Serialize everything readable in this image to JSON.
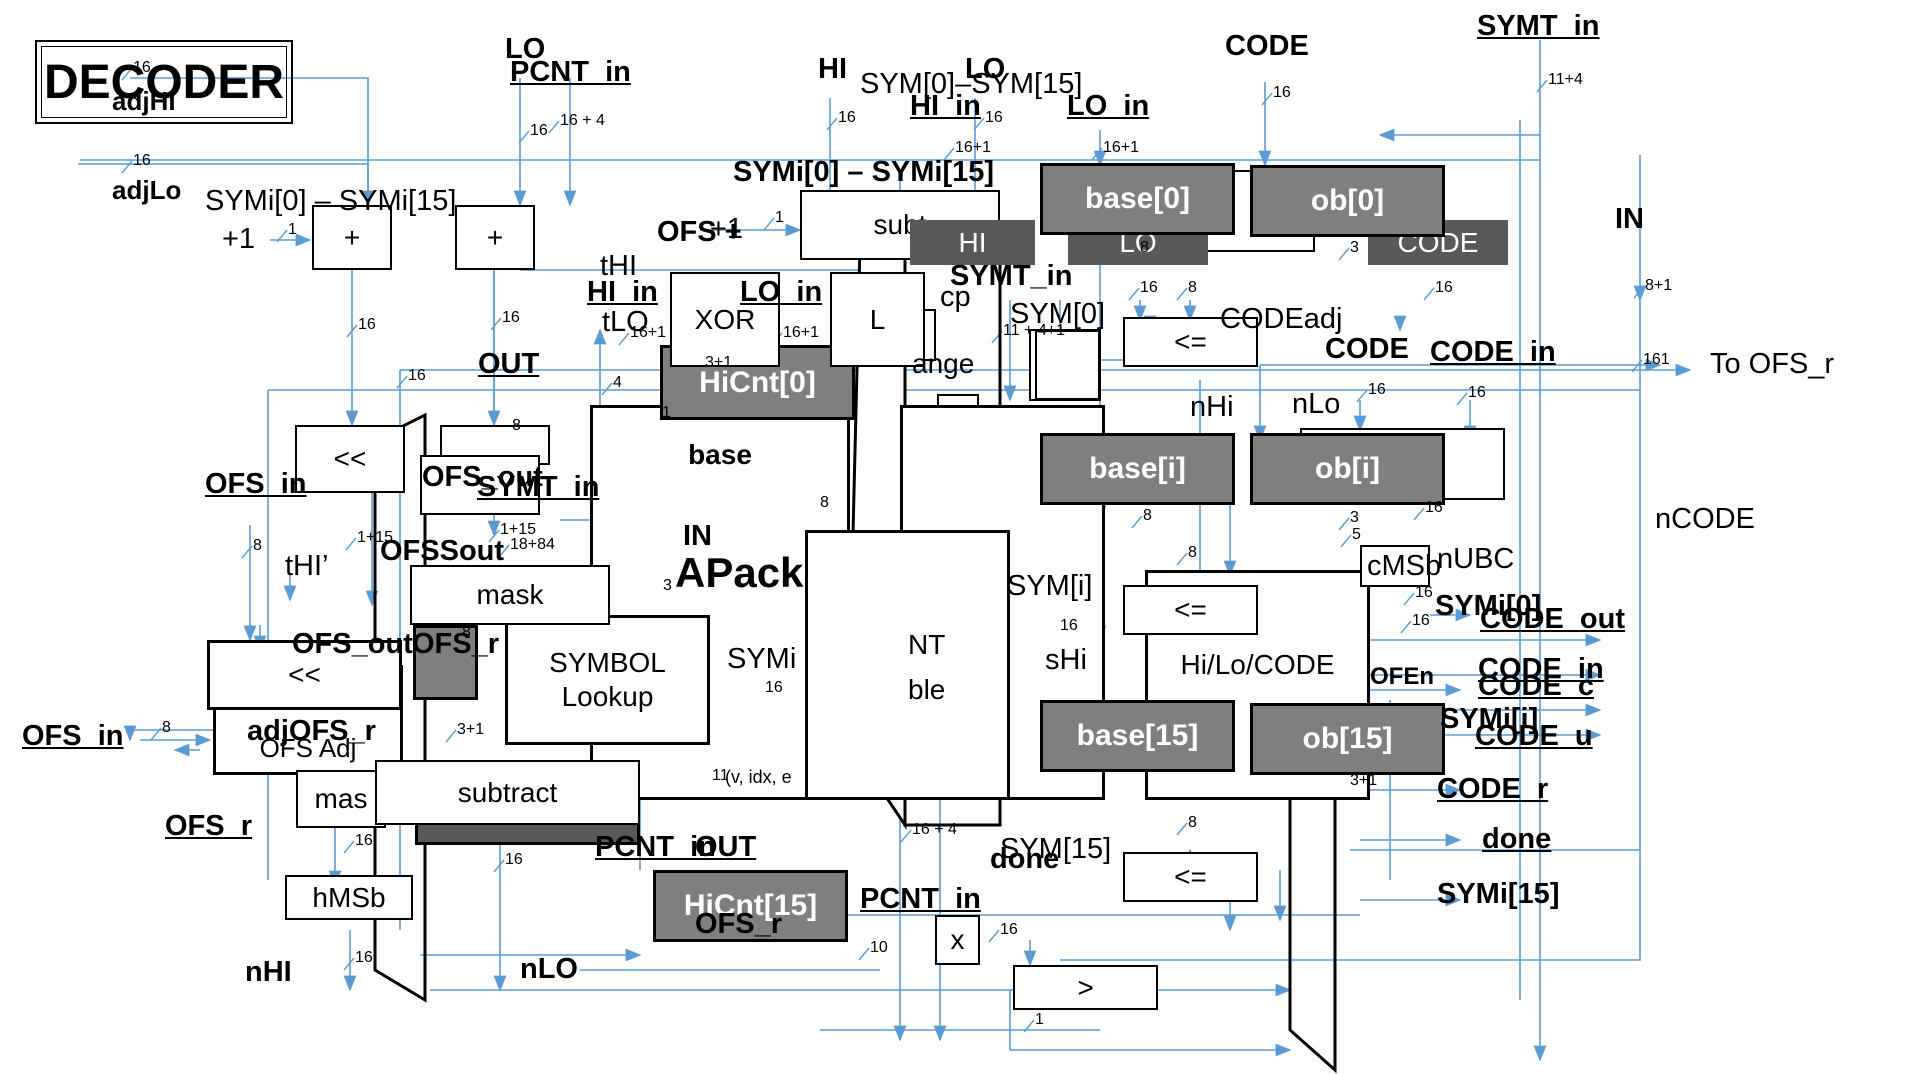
{
  "title": "DECODER",
  "boxes": {
    "adder_1": "+",
    "adder_2": "+",
    "shift_left_1": "<<",
    "shift_left_2": "<<",
    "mask": "mask",
    "mask_2": "mas",
    "symbol_lookup": "SYMBOL Lookup",
    "subtract": "subtract",
    "subtract_top": "subt",
    "xor": "XOR",
    "lut": "L",
    "base_block": "base",
    "cnt_table_a": "NT",
    "cnt_table_b": "ble",
    "range": "ange",
    "hmsb": "hMSb",
    "multiply": "x",
    "greater": ">",
    "cmp_0": "<=",
    "cmp_i": "<=",
    "cmp_15": "<=",
    "hilocode_gen": "Hi/Lo/CODE",
    "hi_reg": "HI",
    "lo_reg": "LO",
    "code_reg": "CODE",
    "base_0": "base[0]",
    "ob_0": "ob[0]",
    "base_i": "base[i]",
    "ob_i": "ob[i]",
    "base_15": "base[15]",
    "ob_15": "ob[15]",
    "hicnt_0": "HiCnt[0]",
    "hicnt_15": "HiCnt[15]",
    "ofs_adj": "OFS Adj"
  },
  "labels": {
    "adjhi": "adjHI",
    "adjlo": "adjLo",
    "plus1_a": "+1",
    "plus1_b": "+1",
    "symi_range_a": "SYMi[0] – SYMi[15]",
    "symi_range_b": "SYMi[0] – SYMi[15]",
    "sym_range": "SYM[0]–SYM[15]",
    "lo_top": "LO",
    "pcnt_in_top": "PCNT_in",
    "hi_top": "HI",
    "lo_top2": "LO",
    "hi_in_top": "HI_in",
    "lo_in_top": "LO_in",
    "code_top": "CODE",
    "symt_in_top": "SYMT_in",
    "ofs_plus": "OFS +",
    "thi": "tHI",
    "tlo": "tLO",
    "hi_in_mid": "HI_in",
    "lo_in_mid": "LO_in",
    "symt_in_mid": "SYMT_in",
    "sym0": "SYM[0]",
    "cp": "cp",
    "codeadj": "CODEadj",
    "code_mid": "CODE",
    "code_in_mid": "CODE_in",
    "to_ofs_r": "To OFS_r",
    "in_right": "IN",
    "out_mid": "OUT",
    "nhi_mid": "nHi",
    "nlo_mid": "nLo",
    "ncode": "nCODE",
    "ofs_in_1": "OFS_in",
    "ofs_out_1": "OFS_out",
    "symt_in_left": "SYMT_in",
    "ofssout": "OFSSout",
    "thi_prime": "tHI’",
    "in_center": "IN",
    "apack": "APack",
    "symi_center": "SYMi",
    "sym_i": "SYM[i]",
    "shi": "sHi",
    "cmsb": "cMSb",
    "nubc": "nUBC",
    "symi0_right": "SYMi[0]",
    "code_out_right": "CODE_out",
    "code_in_right": "CODE_in",
    "code_c_right": "CODE_c",
    "symi_i_right": "SYMi[i]",
    "code_u_right": "CODE_u",
    "code_r_right": "CODE_r",
    "done_right": "done",
    "symi15_right": "SYMi[15]",
    "ofs_out_2": "OFS_out",
    "ofs_r_1": "OFS_r",
    "ofs_in_2": "OFS_in",
    "adjofs_r": "adjOFS_r",
    "ofs_r_2": "OFS_r",
    "pcnt_in_bottom": "PCNT_in",
    "out_bottom": "OUT",
    "ofs_r_bottom": "OFS_r",
    "pcnt_in_bottom2": "PCNT_in",
    "sym15": "SYM[15]",
    "done_mid": "done",
    "nhi_bottom": "nHI",
    "nlo_bottom": "nLO",
    "ofen": "OFEn",
    "v_idx": "(v, idx, e"
  },
  "bits": {
    "b_16_a": "16",
    "b_16_4_a": "16 + 4",
    "b_16_b": "16",
    "b_16_c": "16",
    "b_16_1_a": "16+1",
    "b_16_1_b": "16+1",
    "b_16_d": "16",
    "b_11_4": "11+4",
    "b_16_e": "16",
    "b_1_a": "1",
    "b_1_b": "1",
    "b_16_f": "16",
    "b_16_g": "16",
    "b_16_h": "16",
    "b_8_a": "8",
    "b_16_1_c": "16+1",
    "b_16_1_d": "16+1",
    "b_3_1_a": "3+1",
    "b_3_a": "3",
    "b_16_i": "16",
    "b_16_j": "16",
    "b_8_b": "8",
    "b_11_4_1": "11 + 4+1",
    "b_8_1": "8+1",
    "b_16_k": "16",
    "b_16_l": "16",
    "b_161": "161",
    "b_4": "4",
    "b_1_c": "1",
    "b_8_c": "8",
    "b_8_d": "8",
    "b_1_15": "1+15",
    "b_1_15_b": "1+15",
    "b_18_84": "18+84",
    "b_3_b": "3",
    "b_8_e": "8",
    "b_16_m": "16",
    "b_8_f": "8",
    "b_3_c": "3",
    "b_5": "5",
    "b_16_n": "16",
    "b_16_o": "16",
    "b_8_g": "8",
    "b_8_h": "8",
    "b_16_p": "16",
    "b_3_1_b": "3+1",
    "b_8_i": "8",
    "b_11": "11",
    "b_16_4_b": "16 + 4",
    "b_16_q": "16",
    "b_10": "10",
    "b_16_r": "16",
    "b_1_d": "1",
    "b_16_s": "16",
    "b_16_t": "16",
    "b_3_1_c": "3+1",
    "b_8_j": "8",
    "b_16_u": "16",
    "b_16_v": "16"
  }
}
